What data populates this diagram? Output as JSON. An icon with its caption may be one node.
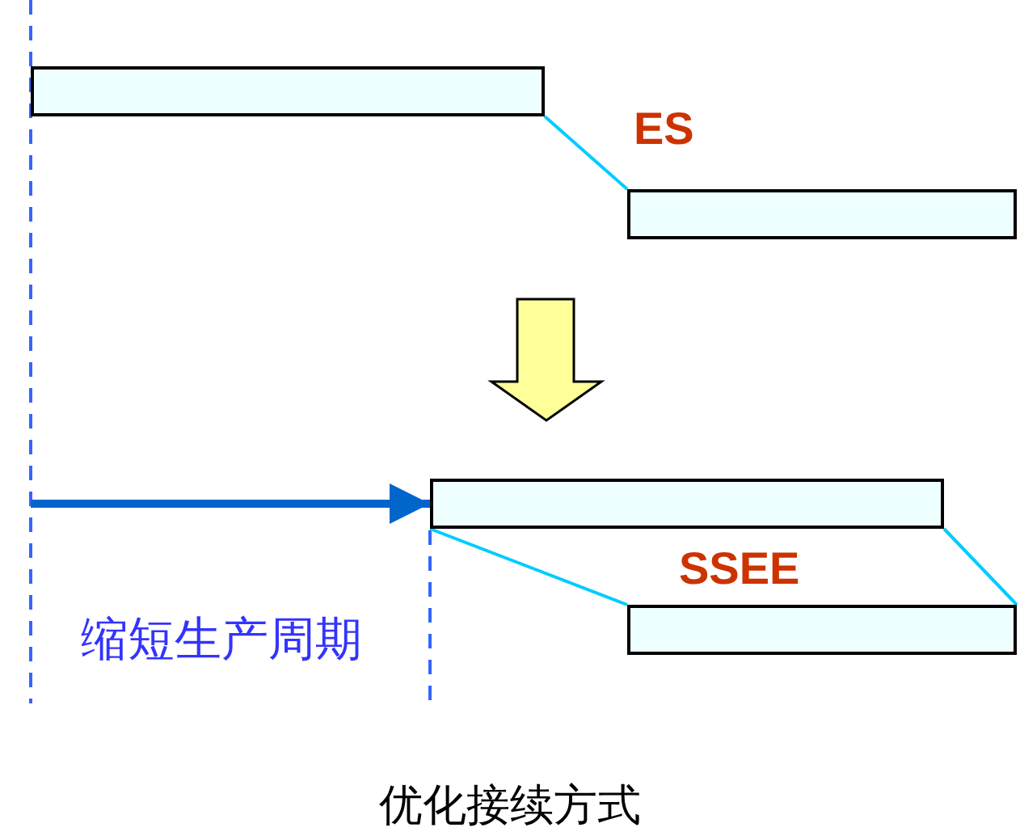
{
  "diagram": {
    "caption": "优化接续方式",
    "nodes": [
      {
        "text": [],
        "shape": "bar"
      },
      {
        "text": [],
        "shape": "bar"
      },
      {
        "text": [],
        "shape": "bar"
      },
      {
        "text": [],
        "shape": "bar"
      }
    ],
    "edges": [
      {
        "from": 0,
        "to": 1,
        "arrow": "none"
      },
      {
        "from": 2,
        "to": 3,
        "arrow": "none"
      },
      {
        "from": 2,
        "to": 3,
        "arrow": "none"
      },
      {
        "from": null,
        "to": 2,
        "arrow": "to",
        "style": "thick",
        "color": "#0066cc"
      }
    ],
    "labels": [
      "ES",
      "SSEE",
      "缩短生产周期"
    ]
  }
}
